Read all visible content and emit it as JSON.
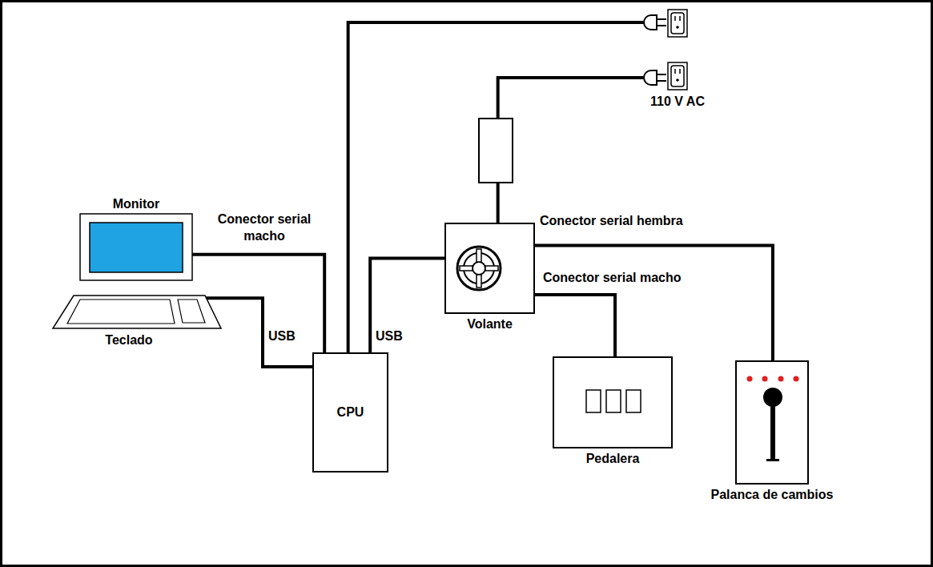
{
  "diagram": {
    "nodes": [
      {
        "text": [
          "110 V AC"
        ]
      },
      {
        "text": [
          "Monitor"
        ]
      },
      {
        "text": [
          "Volante"
        ]
      },
      {
        "text": [
          "Teclado"
        ]
      },
      {
        "text": [
          "CPU"
        ]
      },
      {
        "text": [
          "Pedalera"
        ]
      },
      {
        "text": [
          "Palanca de cambios"
        ]
      }
    ],
    "edges": [
      {
        "from": 4,
        "to": 0,
        "arrow": "none"
      },
      {
        "from": 2,
        "to": 0,
        "arrow": "none"
      },
      {
        "from": 1,
        "to": 4,
        "label": "Conector serial macho",
        "arrow": "none"
      },
      {
        "from": 3,
        "to": 4,
        "label": "USB",
        "arrow": "none"
      },
      {
        "from": 2,
        "to": 4,
        "label": "USB",
        "arrow": "none"
      },
      {
        "from": 2,
        "to": 6,
        "label": "Conector serial hembra",
        "arrow": "none"
      },
      {
        "from": 2,
        "to": 5,
        "label": "Conector serial macho",
        "arrow": "none"
      }
    ]
  }
}
